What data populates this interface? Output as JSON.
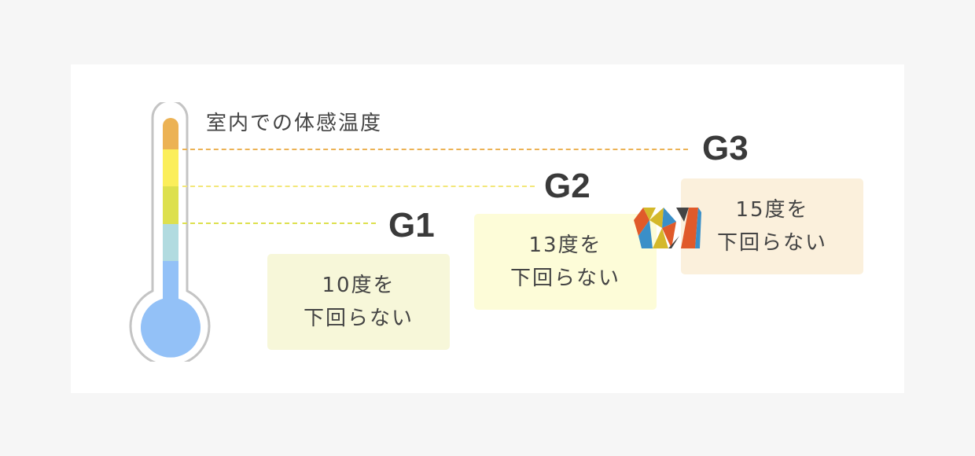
{
  "title": "室内での体感温度",
  "colors": {
    "orange": "#ecb254",
    "yellow": "#fbee5a",
    "lime": "#dde04e",
    "lightblue": "#b1dbe0",
    "blue": "#93c1f7"
  },
  "levels": [
    {
      "label": "G1",
      "line1": "10度を",
      "line2": "下回らない",
      "box_color": "#f7f7d9"
    },
    {
      "label": "G2",
      "line1": "13度を",
      "line2": "下回らない",
      "box_color": "#fdfcd8"
    },
    {
      "label": "G3",
      "line1": "15度を",
      "line2": "下回らない",
      "box_color": "#fbf0dc"
    }
  ],
  "logo": "logo-icon"
}
